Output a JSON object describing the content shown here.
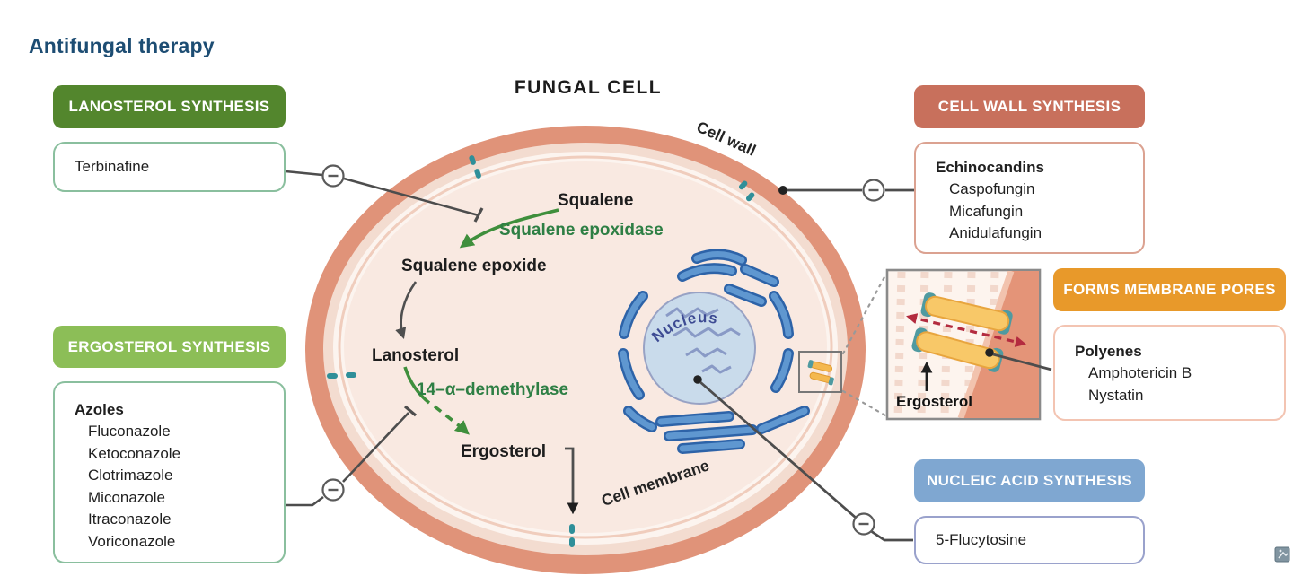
{
  "title": "Antifungal therapy",
  "diagram_title": "FUNGAL CELL",
  "labels": {
    "cell_wall": "Cell wall",
    "cell_membrane": "Cell membrane",
    "nucleus": "Nucleus",
    "inset_ergosterol": "Ergosterol"
  },
  "pathway": {
    "squalene": "Squalene",
    "squalene_epoxidase": "Squalene epoxidase",
    "squalene_epoxide": "Squalene epoxide",
    "lanosterol": "Lanosterol",
    "demethylase": "14–α–demethylase",
    "ergosterol": "Ergosterol"
  },
  "panels": {
    "lanosterol": {
      "header": "LANOSTEROL SYNTHESIS",
      "drug": "Terbinafine"
    },
    "ergosterol": {
      "header": "ERGOSTEROL SYNTHESIS",
      "class": "Azoles",
      "drugs": [
        "Fluconazole",
        "Ketoconazole",
        "Clotrimazole",
        "Miconazole",
        "Itraconazole",
        "Voriconazole"
      ]
    },
    "cell_wall": {
      "header": "CELL WALL SYNTHESIS",
      "class": "Echinocandins",
      "drugs": [
        "Caspofungin",
        "Micafungin",
        "Anidulafungin"
      ]
    },
    "membrane_pores": {
      "header": "FORMS MEMBRANE PORES",
      "class": "Polyenes",
      "drugs": [
        "Amphotericin B",
        "Nystatin"
      ]
    },
    "nucleic_acid": {
      "header": "NUCLEIC ACID SYNTHESIS",
      "drug": "5-Flucytosine"
    }
  },
  "colors": {
    "title_text": "#1d4d73",
    "lanosterol_header_bg": "#53862d",
    "ergosterol_header_bg": "#8cbe57",
    "cell_wall_header_bg": "#c8705c",
    "membrane_pores_header_bg": "#e8992a",
    "nucleic_acid_header_bg": "#7fa7d1",
    "enzyme_text_green": "#2e7f44",
    "cell_wall_fill": "#e09379",
    "cytoplasm_fill": "#f9e9e1",
    "nucleus_fill": "#c9dbeb",
    "er_blue": "#5f97d0",
    "teal_marker": "#2f8f99",
    "inhibition_line": "#4d4d4d",
    "pore_capsule_orange": "#f8c868",
    "pore_arrow_red": "#b32b3f"
  }
}
